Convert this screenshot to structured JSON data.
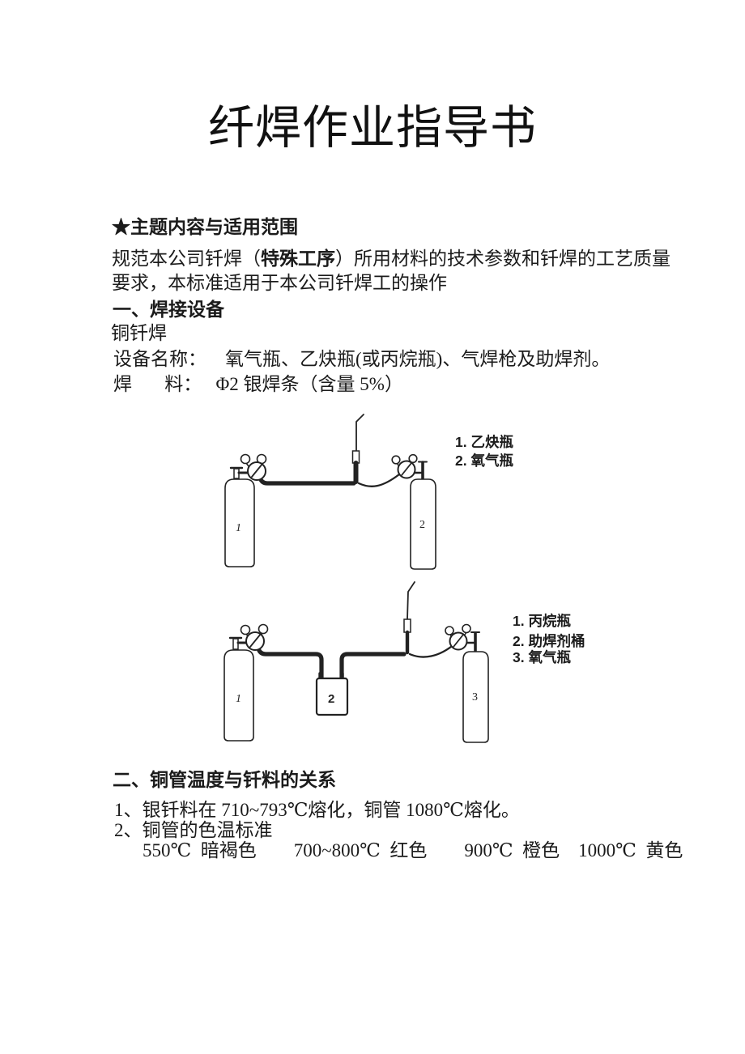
{
  "title": "纤焊作业指导书",
  "scope": {
    "heading": "★主题内容与适用范围",
    "line1_pre": "规范本公司钎焊（",
    "line1_bold": "特殊工序",
    "line1_post": "）所用材料的技术参数和钎焊的工艺质量",
    "line2": "要求，本标准适用于本公司钎焊工的操作"
  },
  "equipment": {
    "heading": "一、焊接设备",
    "process_name": "铜钎焊",
    "device_line": "设备名称：    氧气瓶、乙炔瓶(或丙烷瓶)、气焊枪及助焊剂。",
    "solder_line": "焊       料：   Φ2 银焊条（含量 5%）"
  },
  "figure1": {
    "cylinder_left_label": "1",
    "cylinder_right_label": "2",
    "legend": [
      "1. 乙炔瓶",
      "2. 氧气瓶"
    ]
  },
  "figure2": {
    "cylinder_left_label": "1",
    "flux_box_label": "2",
    "cylinder_right_label": "3",
    "legend": [
      "1. 丙烷瓶",
      "2. 助焊剂桶",
      "3. 氧气瓶"
    ]
  },
  "temperature": {
    "heading": "二、铜管温度与钎料的关系",
    "item1": "1、银钎料在 710~793℃熔化，铜管 1080℃熔化。",
    "item2": "2、铜管的色温标准",
    "color_scale": "550℃  暗褐色        700~800℃  红色        900℃  橙色    1000℃  黄色"
  }
}
